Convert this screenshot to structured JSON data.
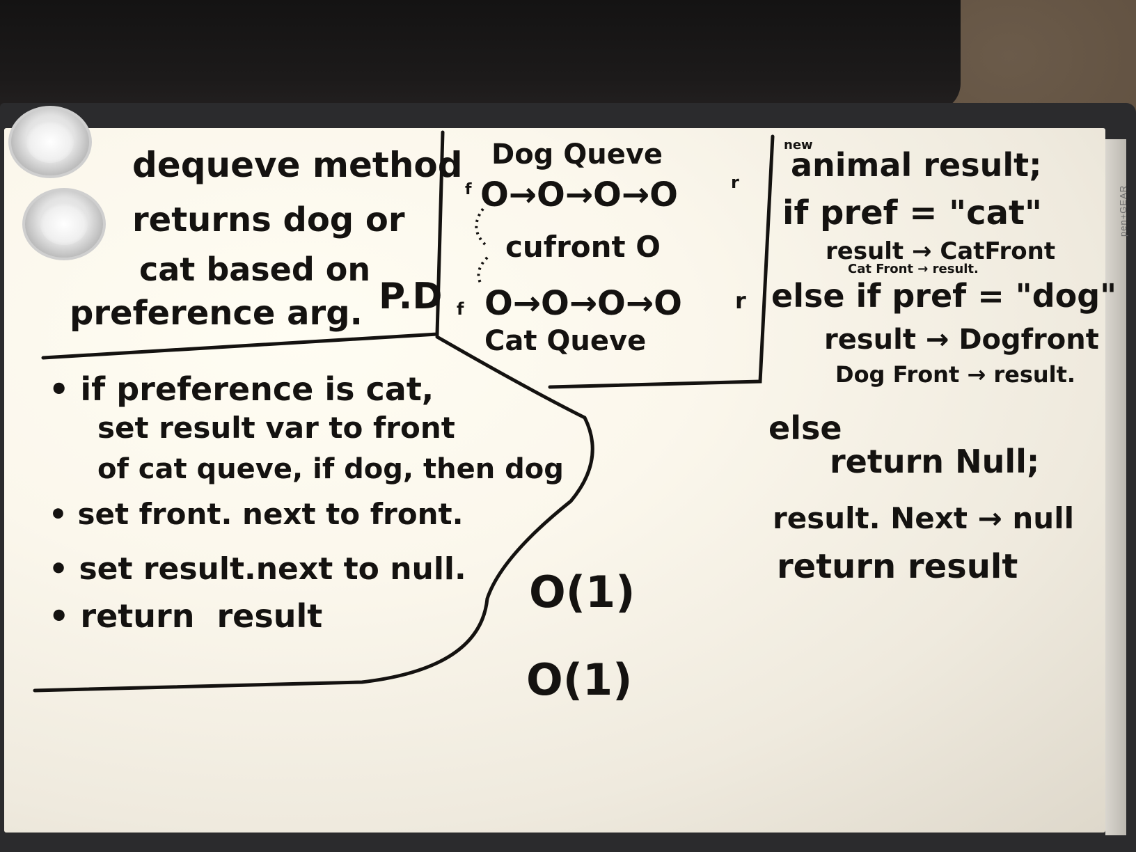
{
  "brand": "pen+GEAR",
  "top_left": {
    "line1": "dequeve method",
    "line2": "returns dog or",
    "line3": "cat based on",
    "line4": "preference arg.",
    "tag": "P.D"
  },
  "middle": {
    "dog_title": "Dog Queve",
    "dog_row": "O→O→O→O",
    "dog_front": "f",
    "dog_rear": "r",
    "cufront": "cufront O",
    "cat_row": "O→O→O→O",
    "cat_front": "f",
    "cat_rear": "r",
    "cat_title": "Cat Queve"
  },
  "right": {
    "new_note": "new",
    "line1": "animal result;",
    "line2": "if pref = \"cat\"",
    "line3": "result → CatFront",
    "line4": "Cat Front → result.",
    "line5": "else if pref = \"dog\"",
    "line6": "result → Dogfront",
    "line7": "Dog Front → result.",
    "line8": "else",
    "line9": "return Null;",
    "line10": "result. Next → null",
    "line11": "return result"
  },
  "bullets": {
    "b1_line1": "• if preference is cat,",
    "b1_line2": "set result var to front",
    "b1_line3": "of cat queve, if dog, then dog",
    "b2": "• set front. next to front.",
    "b3": "• set result.next to null.",
    "b4": "• return  result"
  },
  "complexity": {
    "first": "O(1)",
    "second": "O(1)"
  }
}
